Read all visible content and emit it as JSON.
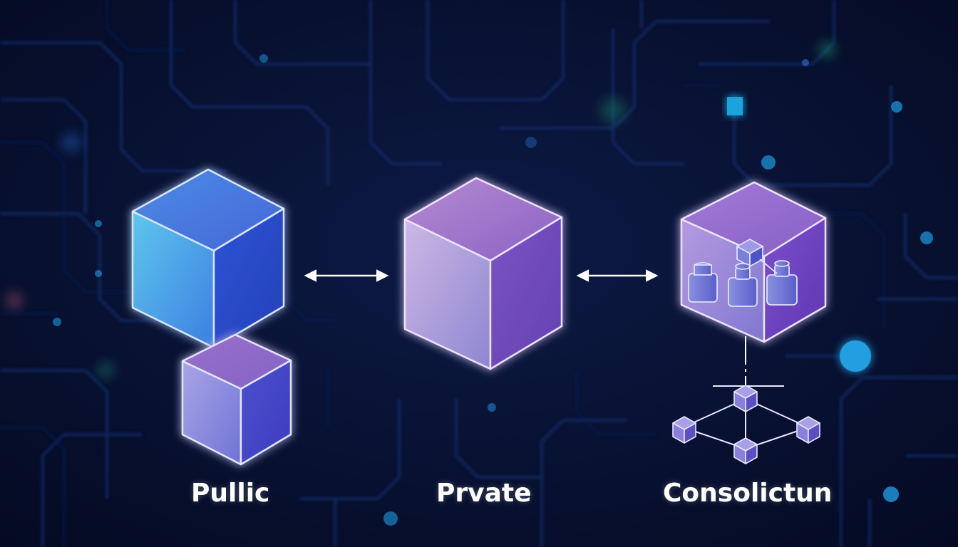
{
  "labels": {
    "public": "Pullic",
    "private": "Prvate",
    "consolidation": "Consolictun"
  },
  "colors": {
    "background": "#060d2a",
    "circuit": "#14306a",
    "node_glow": "#1e9be0",
    "public_cube": "#2f63d8",
    "private_cube": "#8b6cc4",
    "consolidation_cube": "#8a5cc9",
    "arrow": "#ffffff"
  },
  "icons": {
    "arrow_left_right_1": "bidirectional-arrow-icon",
    "arrow_left_right_2": "bidirectional-arrow-icon",
    "databases": "database-icon",
    "network": "network-nodes-icon"
  }
}
